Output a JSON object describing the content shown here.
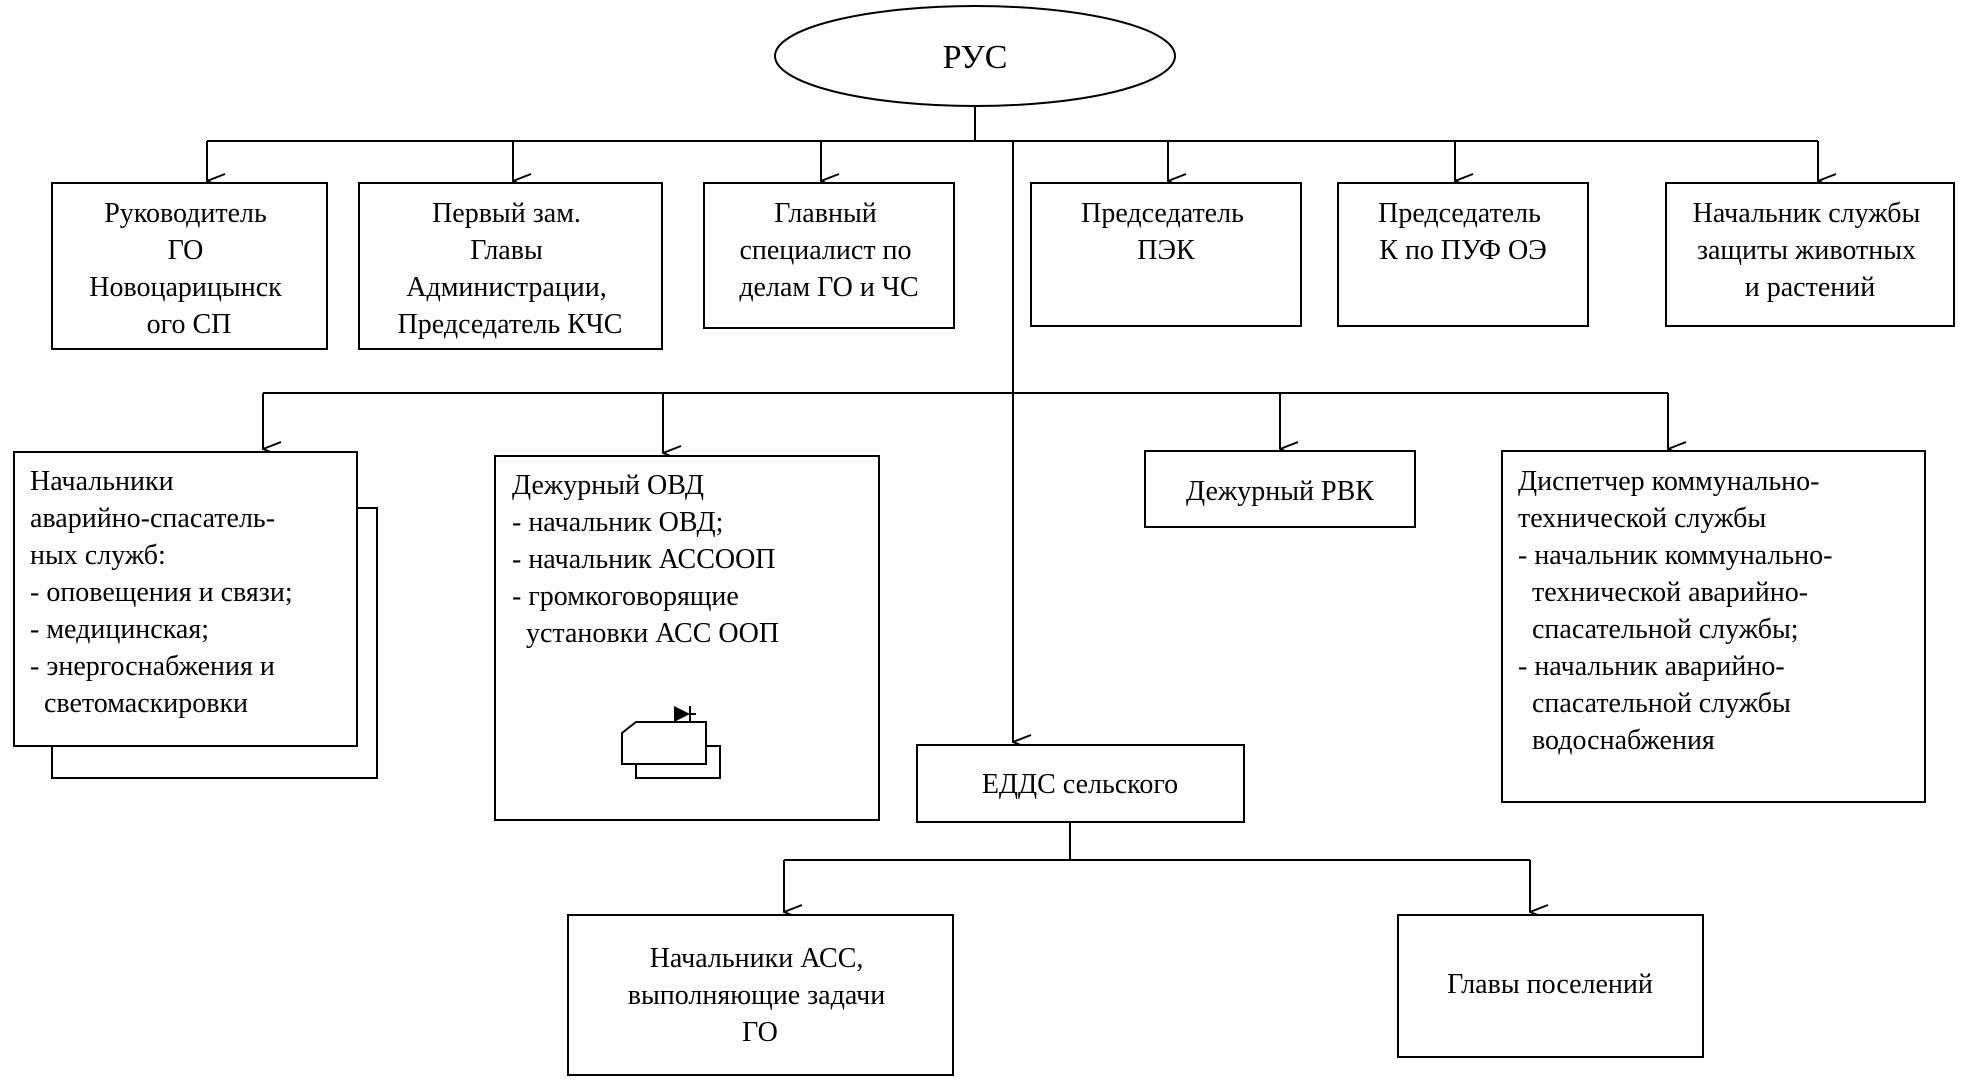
{
  "root": {
    "label": "РУС"
  },
  "top_row": [
    {
      "lines": [
        "Руководитель",
        "ГО",
        "Новоцарицынск",
        "ого  СП"
      ]
    },
    {
      "lines": [
        "Первый зам.",
        "Главы",
        "Администрации,",
        "Председатель КЧС"
      ]
    },
    {
      "lines": [
        "Главный",
        "специалист по",
        "делам ГО и ЧС"
      ]
    },
    {
      "lines": [
        "Председатель",
        "ПЭК"
      ]
    },
    {
      "lines": [
        "Председатель",
        "К по ПУФ ОЭ"
      ]
    },
    {
      "lines": [
        "Начальник службы",
        "защиты животных",
        "и растений"
      ]
    }
  ],
  "middle_row": [
    {
      "lines": [
        "Начальники",
        "аварийно-спасатель-",
        "ных служб:",
        "- оповещения и связи;",
        "- медицинская;",
        "- энергоснабжения и",
        "  светомаскировки"
      ]
    },
    {
      "lines": [
        "Дежурный ОВД",
        "- начальник ОВД;",
        "- начальник АССООП",
        "- громкоговорящие",
        "  установки АСС ООП"
      ],
      "icon": "loudspeaker-installation-icon"
    },
    {
      "lines": [
        "Дежурный РВК"
      ]
    },
    {
      "lines": [
        "Диспетчер коммунально-",
        "технической службы",
        "- начальник коммунально-",
        "  технической аварийно-",
        "  спасательной службы;",
        "- начальник аварийно-",
        "  спасательной службы",
        "  водоснабжения"
      ]
    }
  ],
  "edds": {
    "label": "ЕДДС сельского"
  },
  "bottom_row": [
    {
      "lines": [
        "Начальники АСС,",
        "выполняющие задачи",
        "ГО"
      ]
    },
    {
      "lines": [
        "Главы поселений"
      ]
    }
  ]
}
